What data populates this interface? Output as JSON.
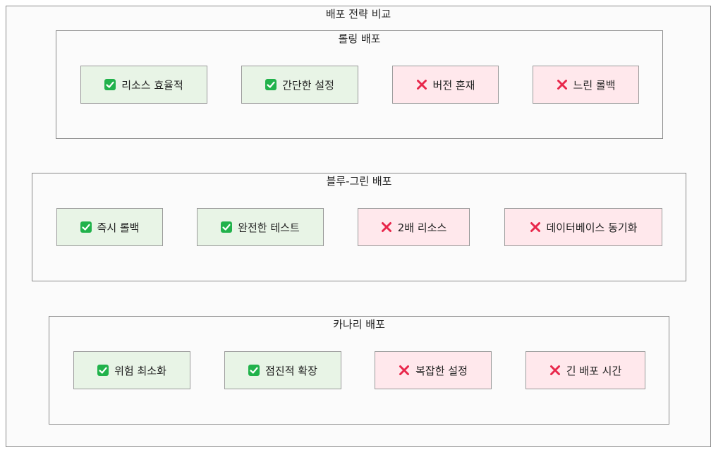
{
  "title": "배포 전략 비교",
  "groups": [
    {
      "title": "롤링 배포",
      "items": [
        {
          "type": "pro",
          "label": "리소스 효율적"
        },
        {
          "type": "pro",
          "label": "간단한 설정"
        },
        {
          "type": "con",
          "label": "버전 혼재"
        },
        {
          "type": "con",
          "label": "느린 롤백"
        }
      ]
    },
    {
      "title": "블루-그린 배포",
      "items": [
        {
          "type": "pro",
          "label": "즉시 롤백"
        },
        {
          "type": "pro",
          "label": "완전한 테스트"
        },
        {
          "type": "con",
          "label": "2배 리소스"
        },
        {
          "type": "con",
          "label": "데이터베이스 동기화"
        }
      ]
    },
    {
      "title": "카나리 배포",
      "items": [
        {
          "type": "pro",
          "label": "위험 최소화"
        },
        {
          "type": "pro",
          "label": "점진적 확장"
        },
        {
          "type": "con",
          "label": "복잡한 설정"
        },
        {
          "type": "con",
          "label": "긴 배포 시간"
        }
      ]
    }
  ],
  "colors": {
    "pro_fill": "#e8f4e6",
    "con_fill": "#ffe8ec",
    "check": "#21b24b",
    "cross": "#e8274b"
  },
  "icons": {
    "pro": "check-box-icon",
    "con": "cross-icon"
  }
}
